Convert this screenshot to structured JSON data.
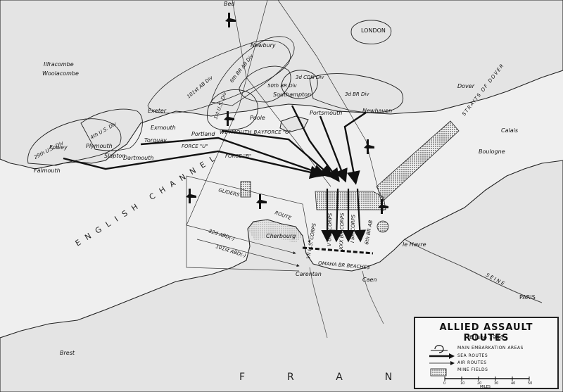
{
  "legend": {
    "title": "ALLIED ASSAULT ROUTES",
    "date": "6 June 1944",
    "items": [
      {
        "label": "MAIN EMBARKATION AREAS",
        "icon": "embarkation-area-icon"
      },
      {
        "label": "SEA ROUTES",
        "icon": "sea-route-arrow-icon"
      },
      {
        "label": "AIR ROUTES",
        "icon": "air-route-arrow-icon"
      },
      {
        "label": "MINE FIELDS",
        "icon": "minefield-pattern-icon"
      }
    ],
    "scale": {
      "ticks": [
        "0",
        "10",
        "20",
        "30",
        "40",
        "50"
      ],
      "unit": "MILES"
    }
  },
  "places": {
    "london": "LONDON",
    "dover": "Dover",
    "calais": "Calais",
    "boulogne": "Boulogne",
    "paris": "PARIS",
    "le_havre": "le Havre",
    "caen": "Caen",
    "carentan": "Carentan",
    "cherbourg": "Cherbourg",
    "brest": "Brest",
    "ilfracombe": "Ilfracombe",
    "woolacombe": "Woolacombe",
    "exeter": "Exeter",
    "exmouth": "Exmouth",
    "torquay": "Torquay",
    "dartmouth": "Dartmouth",
    "slapton": "Slapton",
    "plymouth": "Plymouth",
    "fowey": "Fowey",
    "falmouth": "Falmouth",
    "portland": "Portland",
    "poole": "Poole",
    "southampton": "Southampton",
    "portsmouth": "Portsmouth",
    "newhaven": "Newhaven",
    "newbury": "Newbury",
    "bed": "Bed"
  },
  "waters": {
    "english_channel": "ENGLISH CHANNEL",
    "straits_of_dover": "STRAITS OF DOVER",
    "weymouth_bay": "WEYMOUTH BAY",
    "seine": "SEINE"
  },
  "country": {
    "france": "FRANCE"
  },
  "units": {
    "div_29": "29th U.S. Div",
    "div_4": "4th U.S. Div",
    "div_1": "1st U.S. Div",
    "div_50": "50th BR Div",
    "div_3cdn": "3d CDN Div",
    "div_3br": "3d BR Div",
    "ab_101": "101st AB Div",
    "ab_6br": "6th BR AB Div",
    "abd_82": "82d ABD(-)",
    "abd_101": "101st ABD(-)",
    "corps_vii": "VII U.S. CORPS",
    "corps_v": "V U.S. CORPS",
    "corps_xxx": "XXX BR CORPS",
    "corps_i": "I BR CORPS",
    "ab_6th": "6th BR AB",
    "beaches": "OMAHA BR BEACHES"
  },
  "forces": {
    "u": "FORCE \"U\"",
    "o": "FORCE \"O\"",
    "b": "FORCE \"B\""
  },
  "routes": {
    "gliders": "GLIDERS",
    "route": "ROUTE"
  }
}
